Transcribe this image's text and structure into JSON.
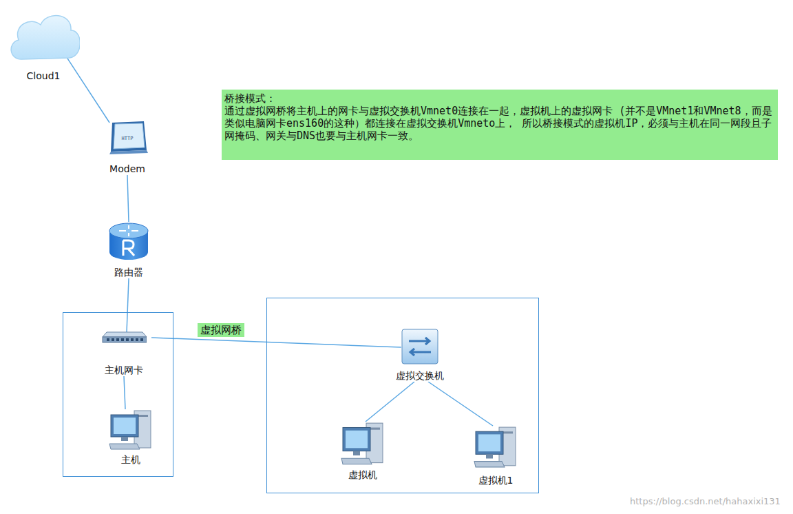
{
  "diagram": {
    "nodes": [
      {
        "text": [
          "Cloud1"
        ]
      },
      {
        "text": [
          "桥接模式：",
          "通过虚拟网桥将主机上的网卡与虚拟交换机Vmnet0连接在一起，虚拟机上的虚拟网卡 (并不是VMnet1和VMnet8，而是类似电脑网卡ens160的这种）都连接在虚拟交换机Vmneto上， 所以桥接模式的虚拟机IP，必须与主机在同一网段且子网掩码、网关与DNS也要与主机网卡一致。"
        ]
      },
      {
        "text": [
          "HTTP",
          "Modem"
        ]
      },
      {
        "text": [
          "路由器"
        ]
      },
      {
        "text": []
      },
      {
        "text": [
          "主机网卡"
        ],
        "in": 4
      },
      {
        "text": [
          "主机"
        ],
        "in": 4
      },
      {
        "text": []
      },
      {
        "text": [
          "虚拟交换机"
        ],
        "in": 7
      },
      {
        "text": [
          "虚拟机"
        ],
        "in": 7
      },
      {
        "text": [
          "虚拟机1"
        ],
        "in": 7
      }
    ],
    "edges": [
      {
        "from": 0,
        "to": 2,
        "arrow": "none"
      },
      {
        "from": 2,
        "to": 3,
        "arrow": "none"
      },
      {
        "from": 3,
        "to": 5,
        "arrow": "none"
      },
      {
        "from": 5,
        "to": 6,
        "arrow": "none"
      },
      {
        "from": 5,
        "to": 8,
        "label": "虚拟网桥",
        "arrow": "none"
      },
      {
        "from": 8,
        "to": 9,
        "arrow": "none"
      },
      {
        "from": 8,
        "to": 10,
        "arrow": "none"
      }
    ],
    "labels": [
      "https://blog.csdn.net/hahaxixi131"
    ]
  }
}
